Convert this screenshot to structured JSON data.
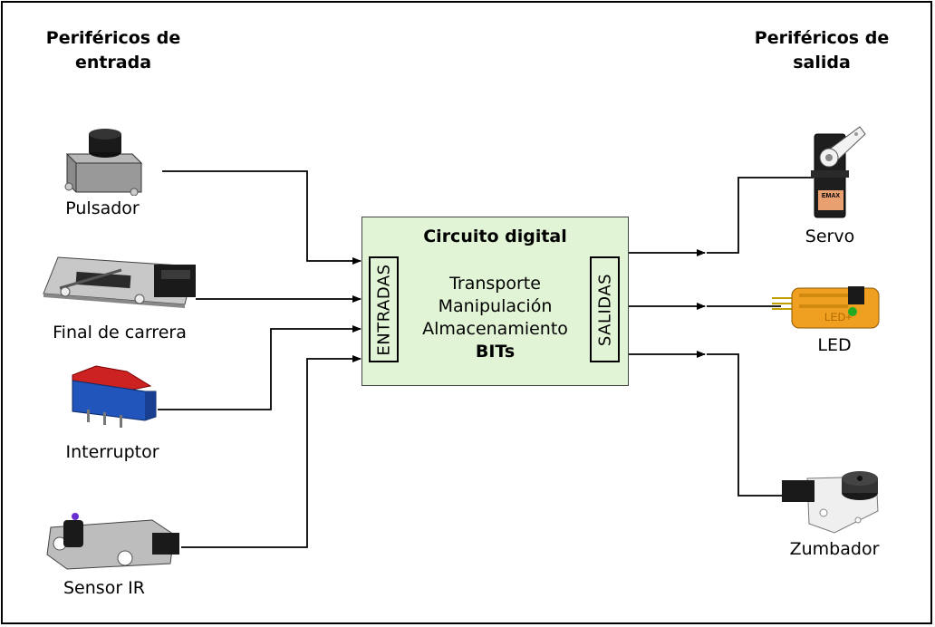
{
  "headings": {
    "inputs": "Periféricos de entrada",
    "outputs": "Periféricos de salida"
  },
  "inputs": [
    {
      "label": "Pulsador"
    },
    {
      "label": "Final de carrera"
    },
    {
      "label": "Interruptor"
    },
    {
      "label": "Sensor IR"
    }
  ],
  "outputs": [
    {
      "label": "Servo"
    },
    {
      "label": "LED"
    },
    {
      "label": "Zumbador"
    }
  ],
  "circuit": {
    "title": "Circuito digital",
    "lines": [
      "Transporte",
      "Manipulación",
      "Almacenamiento"
    ],
    "bits": "BITs",
    "inputs_box": "ENTRADAS",
    "outputs_box": "SALIDAS"
  },
  "device_text": {
    "servo_brand": "EMAX",
    "led_mark": "LED+"
  },
  "colors": {
    "circuit_fill": "#e2f4d6",
    "switch_blue": "#2255bb",
    "switch_red": "#cc2222",
    "board_orange": "#f0a020",
    "led_green": "#22aa22",
    "ir_led_purple": "#6a2fd0"
  }
}
